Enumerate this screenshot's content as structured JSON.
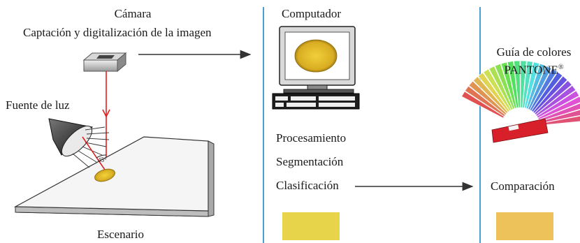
{
  "camera": {
    "title": "Cámara",
    "subtitle": "Captación y digitalización de la imagen"
  },
  "light_source": {
    "label": "Fuente de luz"
  },
  "angle": {
    "label": "45°"
  },
  "scene": {
    "label": "Escenario"
  },
  "computer": {
    "title": "Computador"
  },
  "processing": {
    "steps": [
      "Procesamiento",
      "Segmentación",
      "Clasificación"
    ]
  },
  "guide": {
    "title_line1": "Guía de colores",
    "title_line2": "PANTONE",
    "registered_mark": "®"
  },
  "comparison": {
    "label": "Comparación"
  },
  "colors": {
    "divider": "#4a9fd6",
    "light_ray": "#e02020",
    "sample_yellow": "#e8d44a",
    "pantone_match": "#eec25a",
    "arrow": "#333333"
  }
}
